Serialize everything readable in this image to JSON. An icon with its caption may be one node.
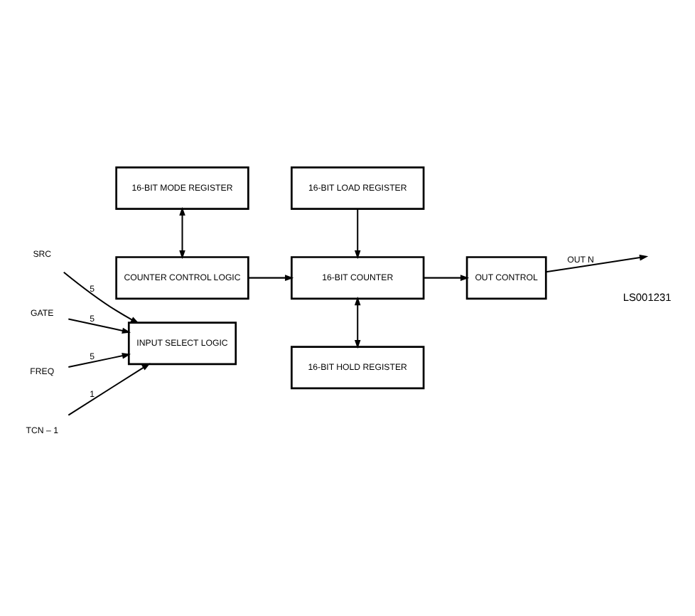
{
  "diagram": {
    "nodes": [
      {
        "text": [
          "SRC"
        ]
      },
      {
        "text": [
          "GATE"
        ]
      },
      {
        "text": [
          "FREQ"
        ]
      },
      {
        "text": [
          "TCN – 1"
        ]
      },
      {
        "text": [
          "INPUT SELECT LOGIC"
        ]
      },
      {
        "text": [
          "COUNTER CONTROL LOGIC"
        ]
      },
      {
        "text": [
          "16-BIT MODE REGISTER"
        ]
      },
      {
        "text": [
          "16-BIT LOAD REGISTER"
        ]
      },
      {
        "text": [
          "16-BIT COUNTER"
        ]
      },
      {
        "text": [
          "16-BIT HOLD REGISTER"
        ]
      },
      {
        "text": [
          "OUT CONTROL"
        ]
      }
    ],
    "edges": [
      {
        "from": 0,
        "to": 4,
        "arrow": "to",
        "label": "5"
      },
      {
        "from": 1,
        "to": 4,
        "arrow": "to",
        "label": "5"
      },
      {
        "from": 2,
        "to": 4,
        "arrow": "to",
        "label": "5"
      },
      {
        "from": 3,
        "to": 4,
        "arrow": "to",
        "label": "1"
      },
      {
        "from": 5,
        "to": 8,
        "arrow": "to"
      },
      {
        "from": 6,
        "to": 5,
        "arrow": "both"
      },
      {
        "from": 7,
        "to": 8,
        "arrow": "to"
      },
      {
        "from": 8,
        "to": 9,
        "arrow": "both"
      },
      {
        "from": 8,
        "to": 10,
        "arrow": "to"
      },
      {
        "from": 10,
        "to": null,
        "arrow": "to",
        "label": "OUT N"
      }
    ],
    "labels": [
      "LS001231"
    ]
  }
}
